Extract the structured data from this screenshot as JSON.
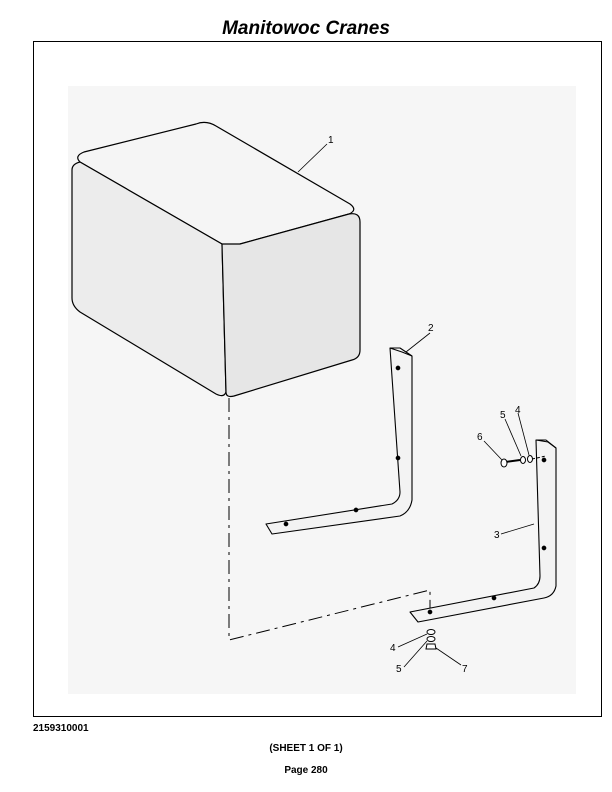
{
  "header": {
    "title": "Manitowoc Cranes"
  },
  "figure": {
    "callouts": [
      "1",
      "2",
      "3",
      "4",
      "5",
      "6",
      "4",
      "5",
      "7"
    ]
  },
  "footer": {
    "drawing_number": "2159310001",
    "sheet": "(SHEET 1 OF 1)",
    "page": "Page 280"
  }
}
